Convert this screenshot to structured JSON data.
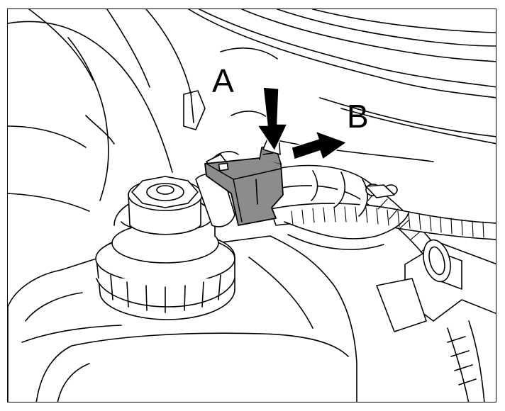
{
  "callouts": {
    "a": "A",
    "b": "B"
  },
  "colors": {
    "line": "#000000",
    "background": "#ffffff",
    "connector": "#8c8c8c",
    "arrow": "#000000"
  },
  "parts": [
    "reservoir-cap",
    "reservoir",
    "electrical-connector",
    "wiring-harness",
    "connector-clip"
  ]
}
